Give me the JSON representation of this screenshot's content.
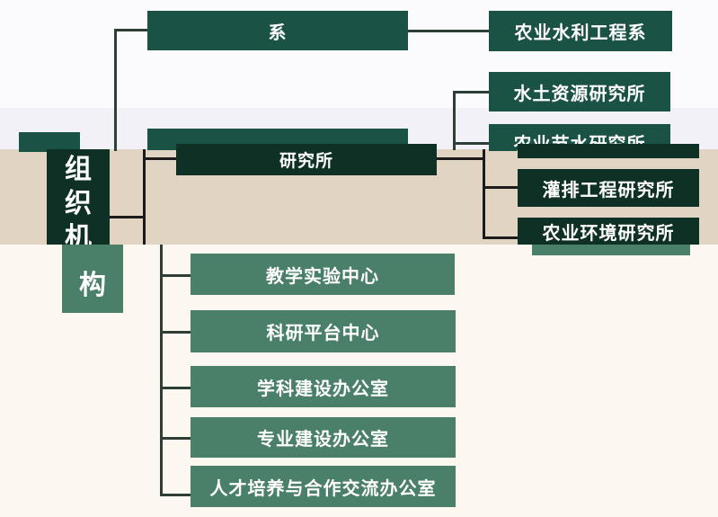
{
  "root": {
    "label_chars": [
      "组",
      "织",
      "机",
      "构"
    ]
  },
  "level1": {
    "dept": "系",
    "institute": "研究所",
    "teaching_center": "教学实验中心",
    "research_platform": "科研平台中心",
    "discipline_office": "学科建设办公室",
    "major_office": "专业建设办公室",
    "talent_office": "人才培养与合作交流办公室"
  },
  "level2": {
    "dept_child": "农业水利工程系",
    "inst_water_soil": "水土资源研究所",
    "inst_water_saving": "农业节水研究所",
    "inst_irrigation": "灌排工程研究所",
    "inst_environment": "农业环境研究所"
  }
}
